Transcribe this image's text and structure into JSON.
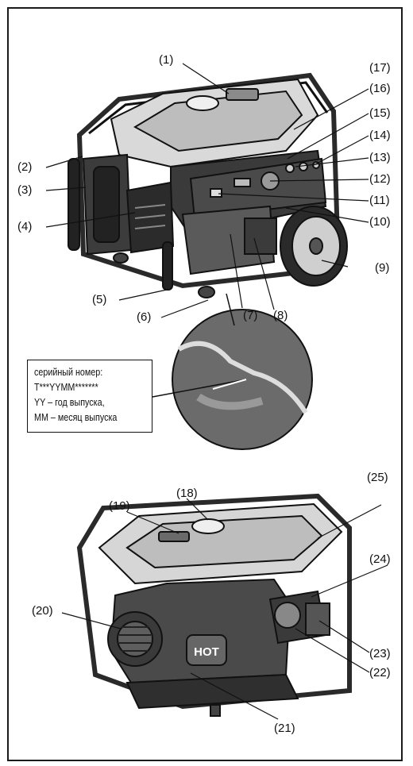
{
  "callouts": {
    "c1": "(1)",
    "c2": "(2)",
    "c3": "(3)",
    "c4": "(4)",
    "c5": "(5)",
    "c6": "(6)",
    "c7": "(7)",
    "c8": "(8)",
    "c9": "(9)",
    "c10": "(10)",
    "c11": "(11)",
    "c12": "(12)",
    "c13": "(13)",
    "c14": "(14)",
    "c15": "(15)",
    "c16": "(16)",
    "c17": "(17)",
    "c18": "(18)",
    "c19": "(19)",
    "c20": "(20)",
    "c21": "(21)",
    "c22": "(22)",
    "c23": "(23)",
    "c24": "(24)",
    "c25": "(25)"
  },
  "serial_label": {
    "line1": "серийный номер:",
    "line2": "T***YYMM*******",
    "line3": "YY – год выпуска,",
    "line4": "MM – месяц выпуска"
  },
  "engine_plate": "HOT",
  "colors": {
    "line": "#111111",
    "frame": "#2a2a2a",
    "body": "#3a3a3a",
    "zoom_fill": "#6b6b6b"
  }
}
